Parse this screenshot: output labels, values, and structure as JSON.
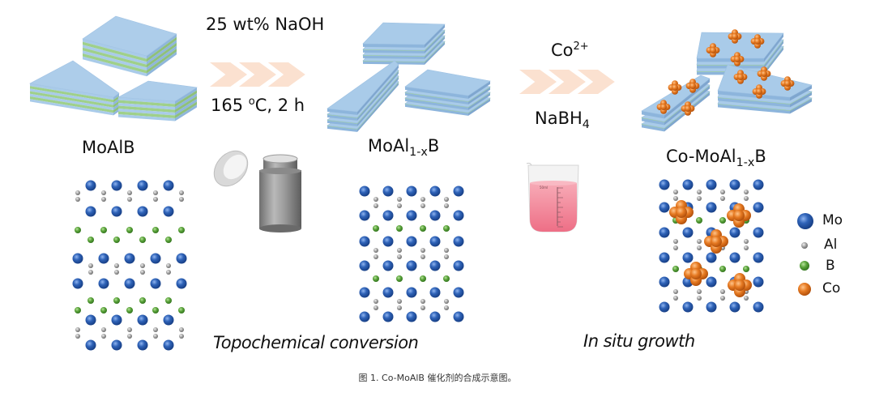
{
  "stages": [
    {
      "id": "moalb",
      "label_main": "MoAlB",
      "label_sub": ""
    },
    {
      "id": "moal1xb",
      "label_main": "MoAl",
      "label_sub": "1-x",
      "label_tail": "B"
    },
    {
      "id": "co-moal1xb",
      "label_main": "Co-MoAl",
      "label_sub": "1-x",
      "label_tail": "B"
    }
  ],
  "step1": {
    "reagent": "25 wt% NaOH",
    "condition_pre": "165 ",
    "condition_sup": "o",
    "condition_post": "C, 2 h",
    "process": "Topochemical conversion"
  },
  "step2": {
    "reagent_main": "Co",
    "reagent_sup": "2+",
    "reductant_main": "NaBH",
    "reductant_sub": "4",
    "process": "In situ growth"
  },
  "beaker": {
    "volume_label": "50ml"
  },
  "legend": [
    {
      "atom": "Mo",
      "color": "#2f63b8"
    },
    {
      "atom": "Al",
      "color": "#9a9a9a"
    },
    {
      "atom": "B",
      "color": "#5aa33a"
    },
    {
      "atom": "Co",
      "color": "#e67a22"
    }
  ],
  "colors": {
    "layer_blue": "#a9cbe9",
    "layer_green": "#9fd08a",
    "arrow": "#fbe1d0",
    "beaker_liquid": "#f28b9c"
  },
  "caption": "图 1. Co-MoAlB 催化剂的合成示意图。"
}
